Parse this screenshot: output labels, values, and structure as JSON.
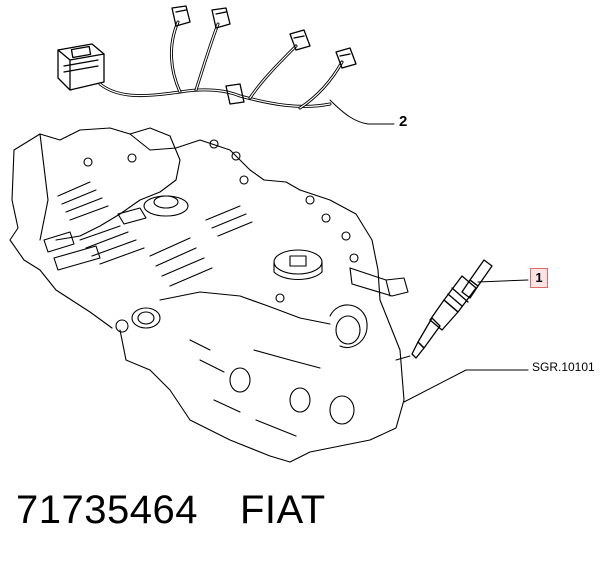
{
  "callouts": {
    "wiring_harness": "2",
    "glow_plug": "1",
    "reference": "SGR.10101"
  },
  "footer": {
    "part_number": "71735464",
    "brand": "FIAT"
  },
  "colors": {
    "line": "#000000",
    "highlight_border": "#e06a6a",
    "highlight_fill": "#fbe4e4"
  }
}
